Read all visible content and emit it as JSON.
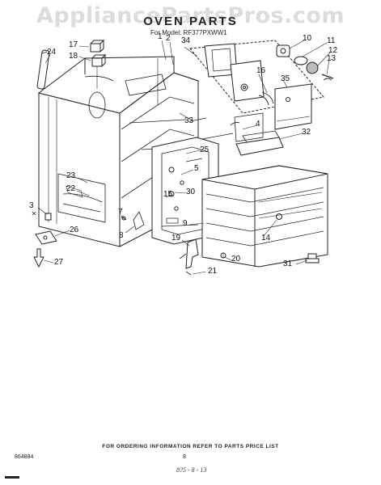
{
  "watermark": "AppliancePartsPros.com",
  "header": {
    "title": "OVEN PARTS",
    "model": "For Model: RF377PXWW1"
  },
  "callouts": [
    {
      "id": "c1",
      "text": "1"
    },
    {
      "id": "c2",
      "text": "2"
    },
    {
      "id": "c34",
      "text": "34"
    },
    {
      "id": "c24",
      "text": "24"
    },
    {
      "id": "c17",
      "text": "17"
    },
    {
      "id": "c18",
      "text": "18"
    },
    {
      "id": "c10",
      "text": "10"
    },
    {
      "id": "c11",
      "text": "11"
    },
    {
      "id": "c12",
      "text": "12"
    },
    {
      "id": "c13",
      "text": "13"
    },
    {
      "id": "c16",
      "text": "16"
    },
    {
      "id": "c35",
      "text": "35"
    },
    {
      "id": "c33",
      "text": "33"
    },
    {
      "id": "c4",
      "text": "4"
    },
    {
      "id": "c32",
      "text": "32"
    },
    {
      "id": "c25",
      "text": "25"
    },
    {
      "id": "c5",
      "text": "5"
    },
    {
      "id": "c23",
      "text": "23"
    },
    {
      "id": "c22",
      "text": "22"
    },
    {
      "id": "c30",
      "text": "30"
    },
    {
      "id": "c15",
      "text": "15"
    },
    {
      "id": "c3",
      "text": "3"
    },
    {
      "id": "c7",
      "text": "7"
    },
    {
      "id": "c8",
      "text": "8"
    },
    {
      "id": "c9",
      "text": "9"
    },
    {
      "id": "c26",
      "text": "26"
    },
    {
      "id": "c14",
      "text": "14"
    },
    {
      "id": "c19",
      "text": "19"
    },
    {
      "id": "c20",
      "text": "20"
    },
    {
      "id": "c27",
      "text": "27"
    },
    {
      "id": "c21",
      "text": "21"
    },
    {
      "id": "c31",
      "text": "31"
    }
  ],
  "footer": {
    "note": "FOR ORDERING INFORMATION REFER TO PARTS PRICE LIST",
    "catalog": "864884",
    "page": "8",
    "handnote": "8?5 - 8 - 13"
  }
}
